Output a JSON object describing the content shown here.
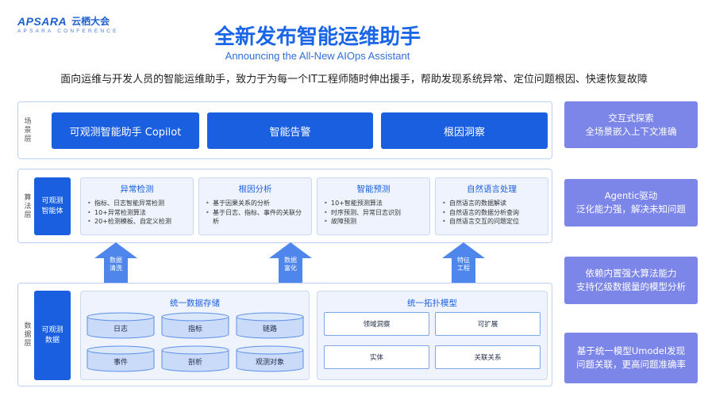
{
  "logo": {
    "brand": "APSARA",
    "brand_cn": "云栖大会",
    "sub": "APSARA CONFERENCE"
  },
  "title": "全新发布智能运维助手",
  "subtitle": "Announcing the All-New AIOps Assistant",
  "tagline": "面向运维与开发人员的智能运维助手，致力于为每一个IT工程师随时伸出援手，帮助发现系统异常、定位问题根因、快速恢复故障",
  "scene_layer": {
    "label": "场景层",
    "buttons": [
      "可观测智能助手 Copilot",
      "智能告警",
      "根因洞察"
    ]
  },
  "algo_layer": {
    "label": "算法层",
    "agent": "可观测\n智能体",
    "cards": [
      {
        "title": "异常检测",
        "items": [
          "指标、日志智能异常检测",
          "10+异常检测算法",
          "20+检测模板、自定义检测"
        ]
      },
      {
        "title": "根因分析",
        "items": [
          "基于因果关系的分析",
          "基于日志、指标、事件的关联分析"
        ]
      },
      {
        "title": "智能预测",
        "items": [
          "10+智能预测算法",
          "时序预测、异常日志识别",
          "故障预测"
        ]
      },
      {
        "title": "自然语言处理",
        "items": [
          "自然语言的数据解读",
          "自然语言的数据分析查询",
          "自然语言交互的问题定位"
        ]
      }
    ]
  },
  "arrows": [
    {
      "line1": "数据",
      "line2": "清洗"
    },
    {
      "line1": "数据",
      "line2": "富化"
    },
    {
      "line1": "特征",
      "line2": "工程"
    }
  ],
  "data_layer": {
    "label": "数据层",
    "observable": "可观测\n数据",
    "storage": {
      "title": "统一数据存储",
      "items": [
        "日志",
        "指标",
        "链路",
        "事件",
        "剖析",
        "观测对象"
      ]
    },
    "topology": {
      "title": "统一拓扑模型",
      "items": [
        "领域洞察",
        "可扩展",
        "实体",
        "关联关系"
      ]
    }
  },
  "side_boxes": [
    {
      "line1": "交互式探索",
      "line2": "全场景嵌入上下文准确"
    },
    {
      "line1": "Agentic驱动",
      "line2": "泛化能力强，解决未知问题"
    },
    {
      "line1": "依赖内置强大算法能力",
      "line2": "支持亿级数据量的模型分析"
    },
    {
      "line1": "基于统一模型Umodel发现",
      "line2": "问题关联，更高问题准确率"
    }
  ],
  "colors": {
    "primary": "#1a5fe0",
    "side": "#7c86e8",
    "panel": "#eef3fd",
    "border": "#bcd2f5"
  }
}
